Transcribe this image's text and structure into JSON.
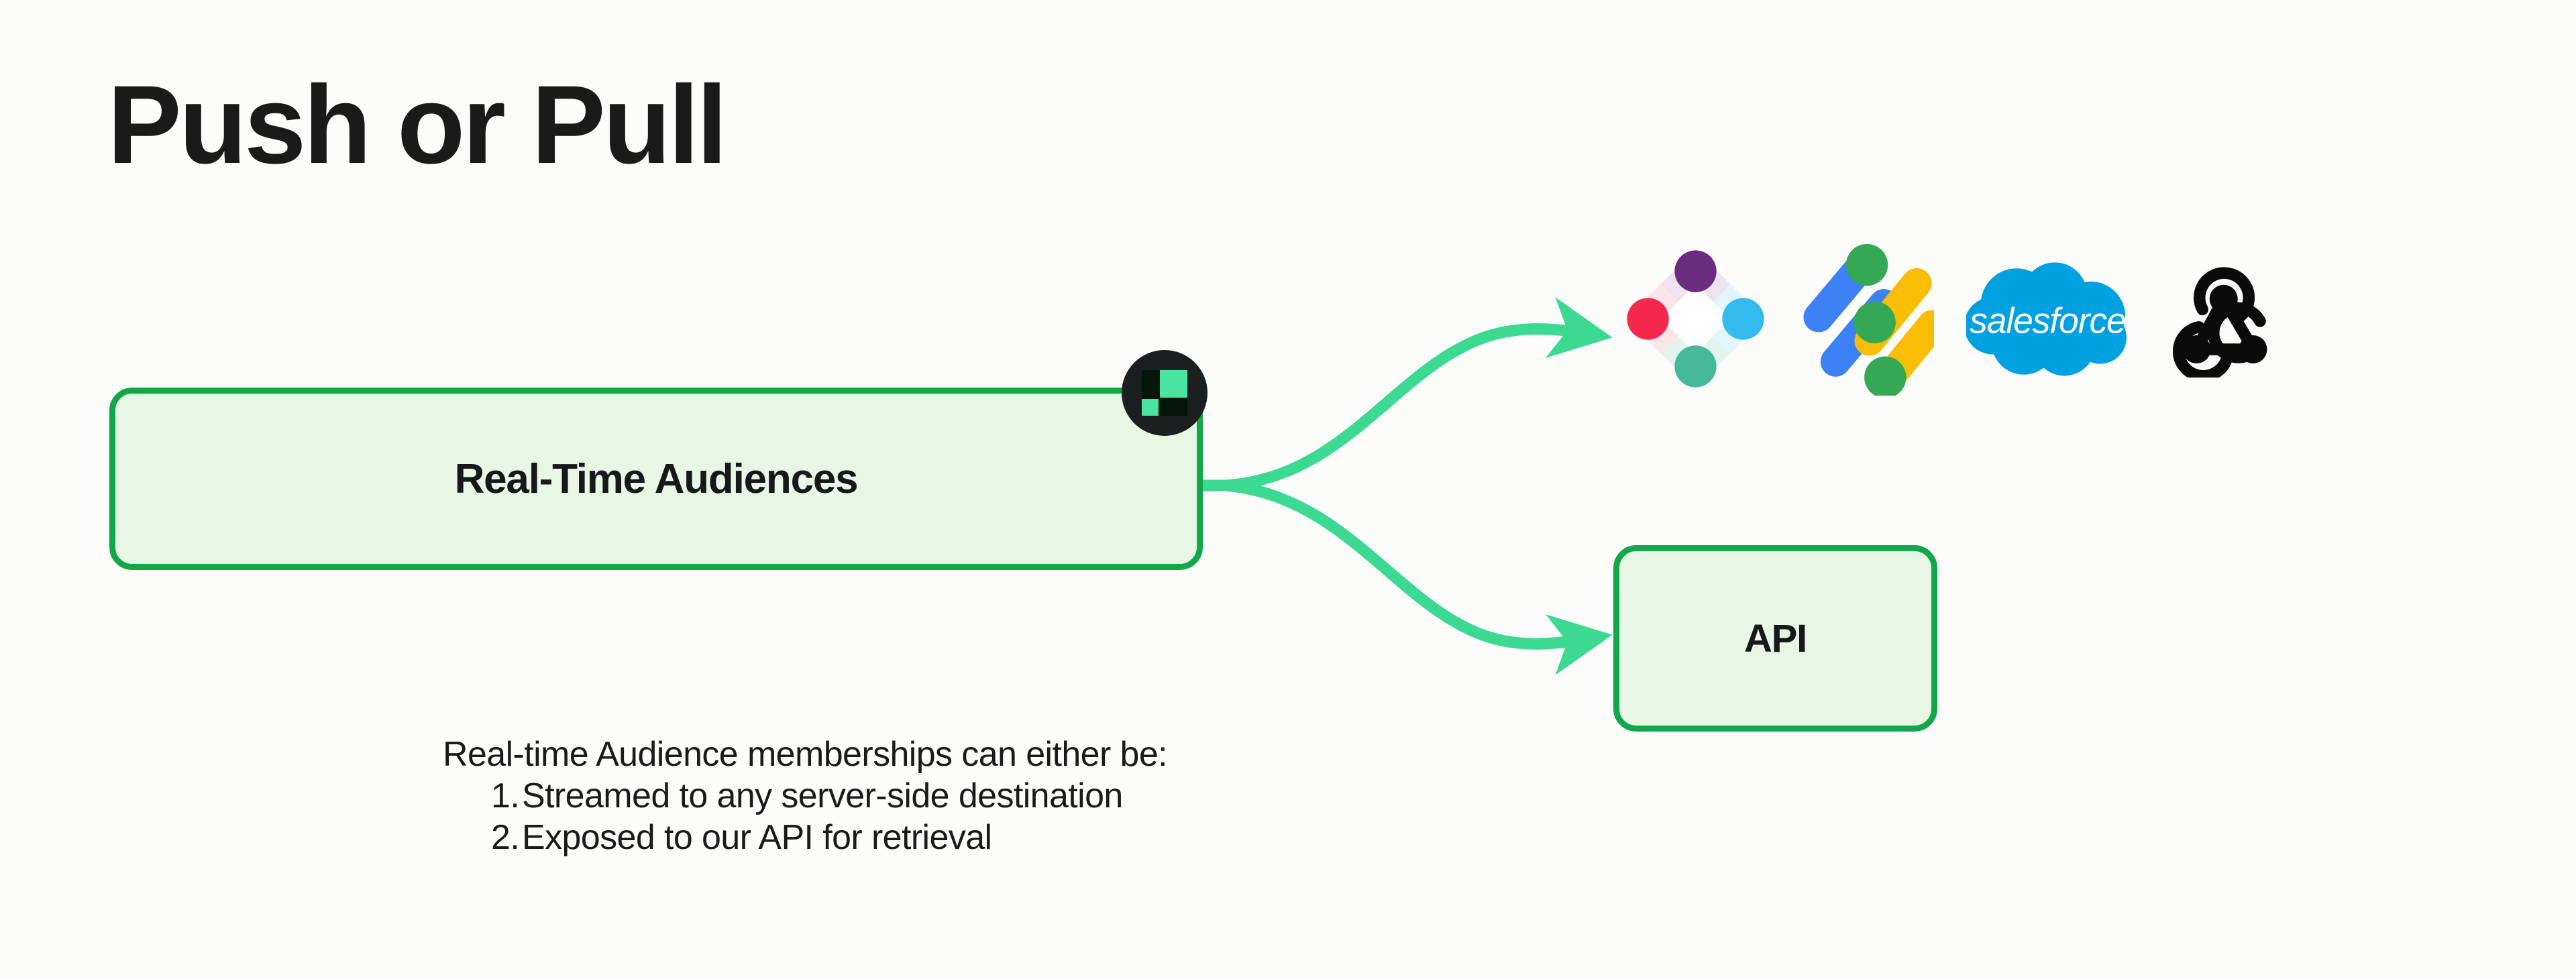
{
  "page": {
    "title": "Push or Pull",
    "background_color": "#FCFCFB",
    "text_color": "#1A1A1A"
  },
  "diagram": {
    "accent_border_color": "#12A74A",
    "accent_fill_color": "#E8F6E4",
    "arrow_color": "#3CD992",
    "source_node": {
      "label": "Real-Time Audiences",
      "badge_icon": "braze-square-mark-icon",
      "badge_background": "#1C1F20",
      "badge_accent": "#4BE3A0"
    },
    "target_nodes": [
      {
        "label": "API",
        "type": "box"
      }
    ],
    "destination_logos": [
      {
        "name": "braze-logo",
        "label": "Braze",
        "colors": [
          "#6B2C7E",
          "#F5294E",
          "#33BBEE",
          "#46B99B"
        ]
      },
      {
        "name": "google-ads-logo",
        "label": "Google Ads",
        "colors": [
          "#3C82F6",
          "#FBBC04",
          "#34A853"
        ]
      },
      {
        "name": "salesforce-logo",
        "label": "salesforce",
        "colors": [
          "#00A1E0"
        ]
      },
      {
        "name": "webhook-logo",
        "label": "Webhook",
        "colors": [
          "#0B0B0B"
        ]
      }
    ]
  },
  "caption": {
    "lead": "Real-time Audience memberships can either be:",
    "items": [
      {
        "num": "1.",
        "text": "Streamed to any server-side destination"
      },
      {
        "num": "2.",
        "text": "Exposed to our API for retrieval"
      }
    ]
  }
}
